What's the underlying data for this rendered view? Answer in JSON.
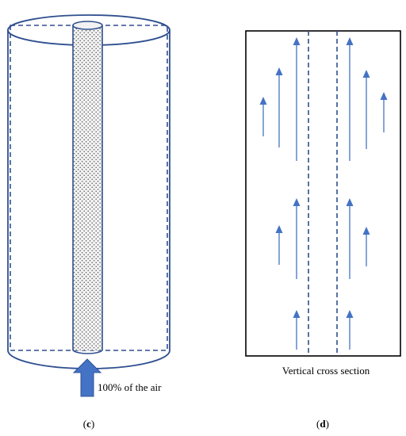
{
  "colors": {
    "accent": "#4472C4",
    "outline": "#2F4F8F",
    "frame": "#000000",
    "core_fill": "#f2f2f2",
    "core_dots": "#555555"
  },
  "left_panel": {
    "air_label": "100% of the air",
    "panel_label_open": "(",
    "panel_label_letter": "c",
    "panel_label_close": ")"
  },
  "right_panel": {
    "caption": "Vertical cross section",
    "panel_label_open": "(",
    "panel_label_letter": "d",
    "panel_label_close": ")"
  }
}
